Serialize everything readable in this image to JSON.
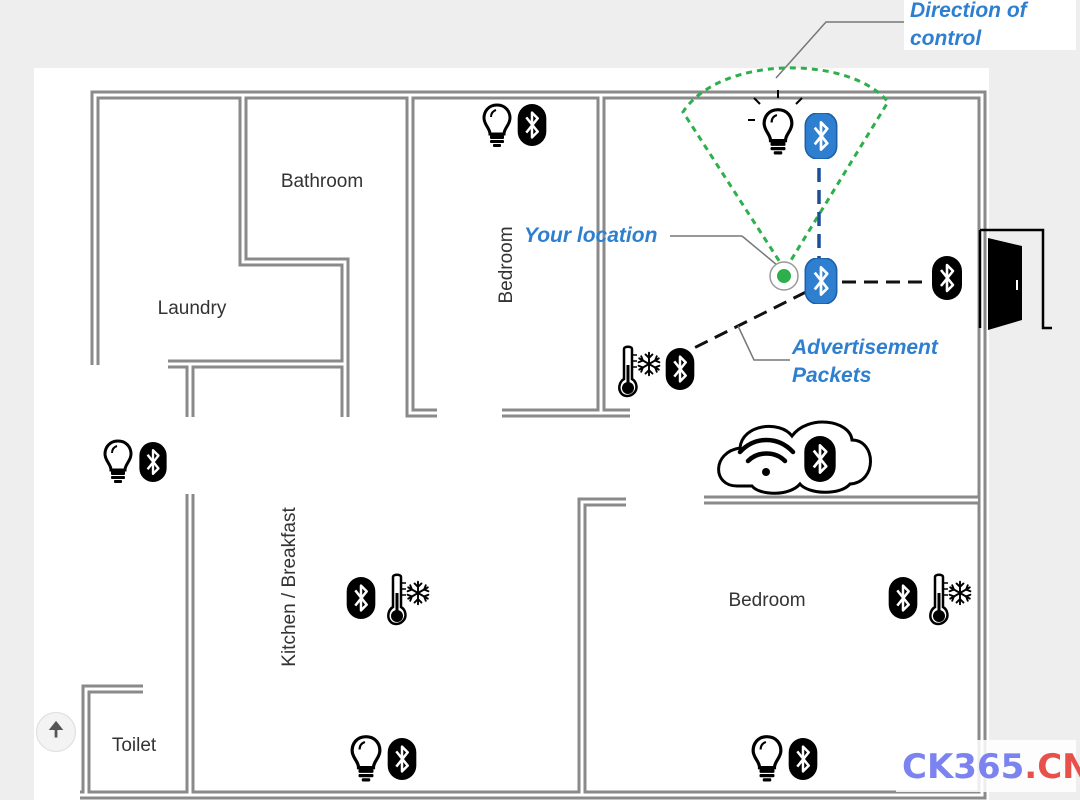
{
  "rooms": {
    "bathroom": "Bathroom",
    "laundry": "Laundry",
    "bedroom_top": "Bedroom",
    "kitchen": "Kitchen / Breakfast",
    "bedroom_bottom": "Bedroom",
    "toilet": "Toilet"
  },
  "callouts": {
    "direction_line1": "Direction of",
    "direction_line2": "control",
    "your_location": "Your location",
    "advertisement_line1": "Advertisement",
    "advertisement_line2": "Packets"
  },
  "watermark": {
    "part1": "CK365",
    "dot": ".",
    "part2": "CN",
    "color1": "#7b83f0",
    "color2": "#e8504a"
  },
  "colors": {
    "wall": "#8a8a8a",
    "callout": "#2f7fd0",
    "cone": "#2db04b",
    "location_dot": "#2db04b"
  },
  "icons": [
    "lightbulb-icon",
    "bluetooth-icon",
    "thermostat-icon",
    "snowflake-icon",
    "wifi-cloud-icon",
    "door-icon",
    "arrow-up-icon"
  ]
}
